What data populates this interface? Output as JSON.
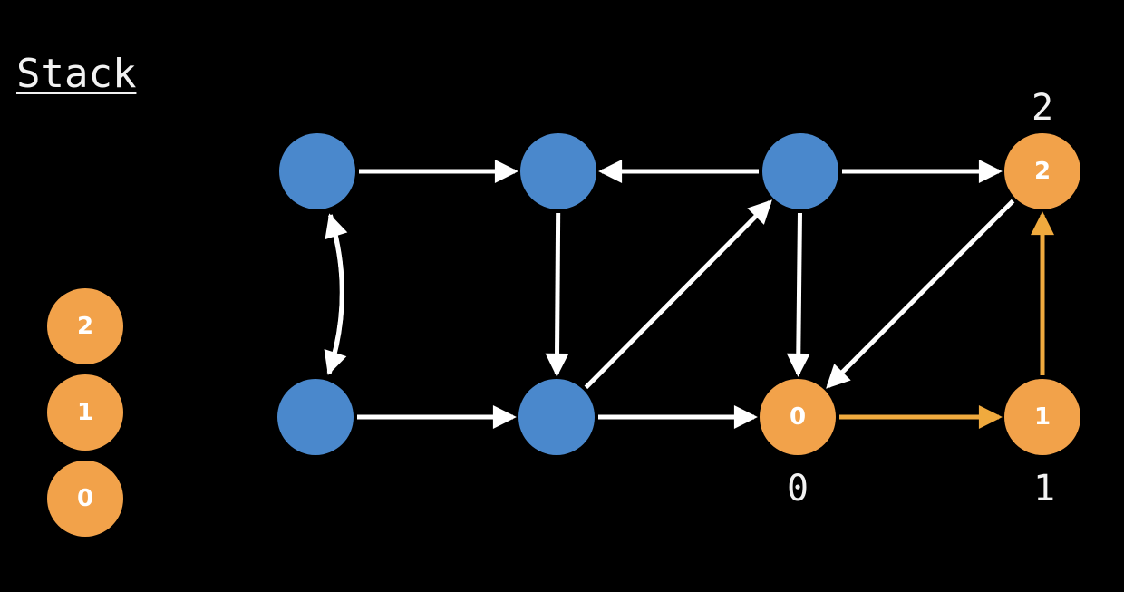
{
  "title": "Stack",
  "colors": {
    "background": "#000000",
    "unvisited_node": "#4a88cc",
    "visited_node": "#f2a24a",
    "edge": "#ffffff",
    "traversed_edge": "#f0aa3e"
  },
  "stack": {
    "items": [
      {
        "label": "2"
      },
      {
        "label": "1"
      },
      {
        "label": "0"
      }
    ]
  },
  "graph": {
    "nodes": [
      {
        "id": "a",
        "state": "unvisited",
        "label": ""
      },
      {
        "id": "b",
        "state": "unvisited",
        "label": ""
      },
      {
        "id": "c",
        "state": "unvisited",
        "label": ""
      },
      {
        "id": "d",
        "state": "visited",
        "label": "2",
        "order": "2"
      },
      {
        "id": "e",
        "state": "unvisited",
        "label": ""
      },
      {
        "id": "f",
        "state": "unvisited",
        "label": ""
      },
      {
        "id": "g",
        "state": "visited",
        "label": "0",
        "order": "0"
      },
      {
        "id": "h",
        "state": "visited",
        "label": "1",
        "order": "1"
      }
    ],
    "edges": [
      {
        "from": "a",
        "to": "b",
        "traversed": false
      },
      {
        "from": "c",
        "to": "b",
        "traversed": false
      },
      {
        "from": "c",
        "to": "d",
        "traversed": false
      },
      {
        "from": "a",
        "to": "e",
        "traversed": false
      },
      {
        "from": "e",
        "to": "a",
        "traversed": false
      },
      {
        "from": "b",
        "to": "f",
        "traversed": false
      },
      {
        "from": "f",
        "to": "c",
        "traversed": false
      },
      {
        "from": "c",
        "to": "g",
        "traversed": false
      },
      {
        "from": "d",
        "to": "g",
        "traversed": false
      },
      {
        "from": "e",
        "to": "f",
        "traversed": false
      },
      {
        "from": "f",
        "to": "g",
        "traversed": false
      },
      {
        "from": "g",
        "to": "h",
        "traversed": true
      },
      {
        "from": "h",
        "to": "d",
        "traversed": true
      }
    ]
  }
}
